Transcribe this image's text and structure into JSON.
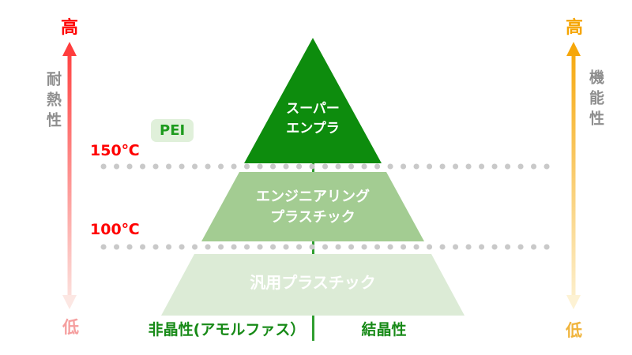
{
  "diagram": {
    "kind": "plastics-classification-pyramid"
  },
  "left_axis": {
    "top_label": "高",
    "bottom_label": "低",
    "axis_name": "耐熱性"
  },
  "right_axis": {
    "top_label": "高",
    "bottom_label": "低",
    "axis_name": "機能性"
  },
  "thresholds": {
    "t150": "150℃",
    "t100": "100℃"
  },
  "badge": {
    "label": "PEI"
  },
  "pyramid": {
    "tiers": [
      {
        "line1": "スーパー",
        "line2": "エンプラ",
        "color": "#0d8c0d"
      },
      {
        "line1": "エンジニアリング",
        "line2": "プラスチック",
        "color": "#a3cc92"
      },
      {
        "line1": "汎用プラスチック",
        "color": "#dcebd6"
      }
    ]
  },
  "bottom_axis": {
    "left_label": "非晶性(アモルファス）",
    "right_label": "結晶性"
  },
  "colors": {
    "threshold_red": "#ff0000",
    "axis_name_gray": "#8e8e8e",
    "dotted_line": "#c9c9c9",
    "divider_green": "#2f9e2f",
    "base_label_green": "#178a17",
    "pei_bg": "#e0f0da",
    "pei_text": "#1e9b1e",
    "left_arrow_top": "#ff3d3d",
    "left_arrow_bottom": "#fce7e3",
    "right_arrow_top": "#f6a70a",
    "right_arrow_bottom": "#fdf2d4",
    "low_left_pink": "#f59e9e",
    "low_right_orange": "#f0b43c"
  }
}
